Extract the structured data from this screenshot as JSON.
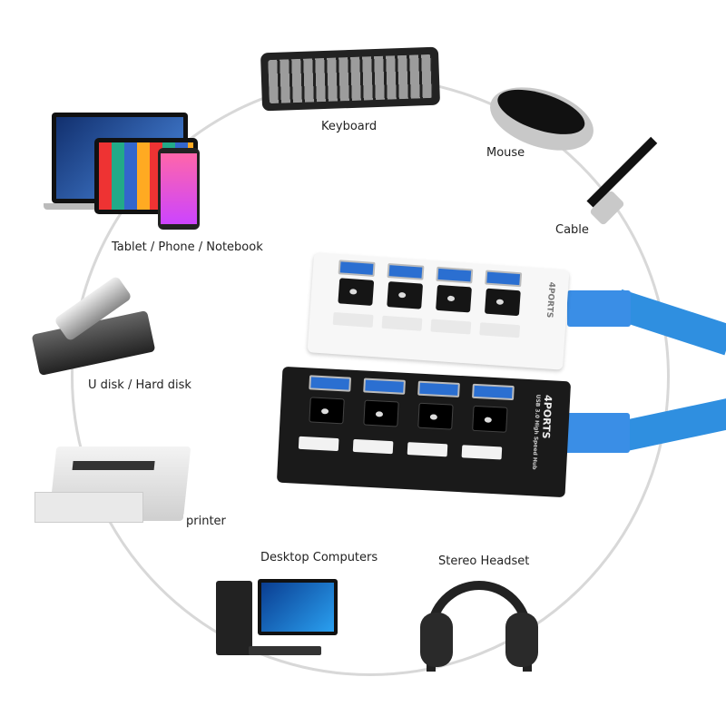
{
  "labels": {
    "keyboard": "Keyboard",
    "mouse": "Mouse",
    "cable": "Cable",
    "tablet": "Tablet / Phone / Notebook",
    "udisk": "U disk / Hard disk",
    "printer": "printer",
    "desktop": "Desktop Computers",
    "headset": "Stereo Headset"
  },
  "hub": {
    "brand": "4PORTS",
    "subtitle": "USB 3.0 High Speed Hub",
    "port_count": 4
  },
  "colors": {
    "ring": "#d8d8d8",
    "cable": "#2f8fe0",
    "hub_black": "#1a1a1a",
    "hub_white": "#f7f7f7"
  }
}
